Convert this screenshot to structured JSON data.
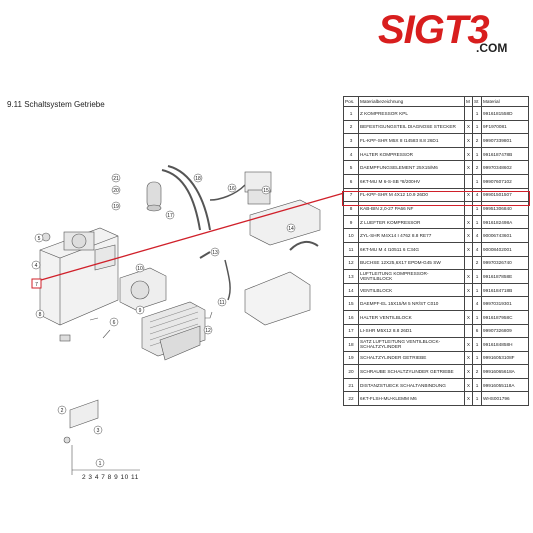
{
  "brand": {
    "logo_text": "SIGT3",
    "domain": ".COM",
    "accent": "#d81e1e"
  },
  "section_title": "9.11  Schaltsystem Getriebe",
  "table": {
    "headers": {
      "pos": "Pos.",
      "name": "Materialbezeichnung",
      "m": "M",
      "st": "St",
      "mat": "Material"
    },
    "rows": [
      {
        "pos": "1",
        "name": "Z KOMPRESSOR KPL",
        "m": "",
        "st": "1",
        "mat": "9916181558D"
      },
      {
        "pos": "2",
        "name": "BEFESTIGUNGSTEIL DIAGNOSE STECKER",
        "m": "X",
        "st": "1",
        "mat": "9F1970081"
      },
      {
        "pos": "3",
        "name": "FL-KPF-SHR M5X 8 I14583 8.8 26D1",
        "m": "X",
        "st": "2",
        "mat": "99907339801"
      },
      {
        "pos": "4",
        "name": "HALTER KOMPRESSOR",
        "m": "X",
        "st": "1",
        "mat": "9916187478B"
      },
      {
        "pos": "5",
        "name": "DAEMPFUNGSELEMENT 25X15/M6",
        "m": "X",
        "st": "2",
        "mat": "99970348602"
      },
      {
        "pos": "6",
        "name": "6KT-MU M 6-S-SB *8/200HV",
        "m": "",
        "st": "1",
        "mat": "99907607102"
      },
      {
        "pos": "7",
        "name": "FL-KPF-SHR M 4X12 10.9 26D0",
        "m": "X",
        "st": "4",
        "mat": "99901501507"
      },
      {
        "pos": "8",
        "name": "KAB-BIN 2,0-27 PA66 NF",
        "m": "",
        "st": "1",
        "mat": "99951306840"
      },
      {
        "pos": "9",
        "name": "Z LUEFTER KOMPRESSOR",
        "m": "X",
        "st": "1",
        "mat": "9916182498A"
      },
      {
        "pos": "10",
        "name": "ZYL-SHR M4X14 I 4762 8.8 RE77",
        "m": "X",
        "st": "4",
        "mat": "90006743601"
      },
      {
        "pos": "11",
        "name": "6KT-MU M 4 I10511 6 C34G",
        "m": "X",
        "st": "4",
        "mat": "90008402001"
      },
      {
        "pos": "12",
        "name": "BUCHSE 12X25,6X17 EPDM-G45 SW",
        "m": "",
        "st": "2",
        "mat": "99970326740"
      },
      {
        "pos": "13",
        "name": "LUFTLEITUNG KOMPRESSOR-\nVENTILBLOCK",
        "m": "X",
        "st": "1",
        "mat": "9916187858E"
      },
      {
        "pos": "14",
        "name": "VENTILBLOCK",
        "m": "X",
        "st": "1",
        "mat": "9916184718B"
      },
      {
        "pos": "15",
        "name": "DAEMPF-EL 15X15/M 5 NR/ST C010",
        "m": "",
        "st": "4",
        "mat": "99970319301"
      },
      {
        "pos": "16",
        "name": "HALTER VENTILBLOCK",
        "m": "X",
        "st": "1",
        "mat": "9916187958C"
      },
      {
        "pos": "17",
        "name": "LI-SHR M5X12 8.8 26D1",
        "m": "",
        "st": "6",
        "mat": "99907326809"
      },
      {
        "pos": "18",
        "name": "SATZ LUFTLEITUNG VENTILBLOCK-\nSCHALTZYLINDER",
        "m": "X",
        "st": "1",
        "mat": "9916184858H"
      },
      {
        "pos": "19",
        "name": "SCHALTZYLINDER GETRIEBE",
        "m": "X",
        "st": "1",
        "mat": "99916053108F"
      },
      {
        "pos": "20",
        "name": "SCHRAUBE SCHALTZYLINDER GETRIEBE",
        "m": "X",
        "st": "2",
        "mat": "99916065618A"
      },
      {
        "pos": "21",
        "name": "DISTANZSTUECK SCHALTANBINDUNG",
        "m": "X",
        "st": "1",
        "mat": "99916055118A"
      },
      {
        "pos": "22",
        "name": "6KT-FLSH-MU-KLEMM M6",
        "m": "X",
        "st": "1",
        "mat": "WHS001796"
      }
    ]
  },
  "diagram": {
    "callouts": [
      "21",
      "20",
      "19",
      "18",
      "16",
      "15",
      "14",
      "17",
      "13",
      "11",
      "12",
      "10",
      "5",
      "4",
      "7",
      "8",
      "6",
      "2",
      "9",
      "3",
      "1"
    ],
    "group_label": "2 3 4 7 8 9 10 11",
    "highlight_pos": "7",
    "highlight_color": "#d0202a"
  }
}
